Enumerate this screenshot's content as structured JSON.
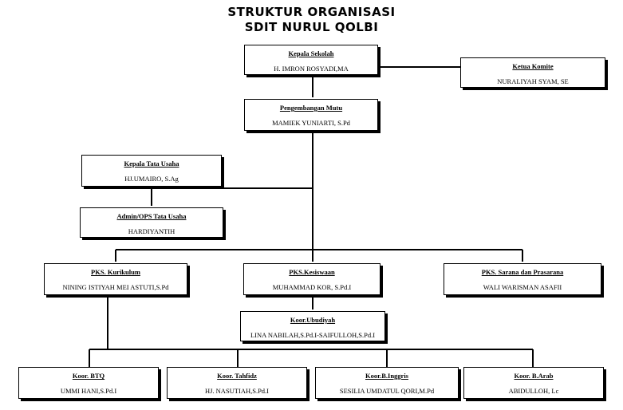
{
  "title": {
    "line1": "STRUKTUR ORGANISASI",
    "line2": "SDIT NURUL QOLBI"
  },
  "nodes": {
    "kepala": {
      "role": "Kepala Sekolah",
      "name": "H. IMRON ROSYADI,MA"
    },
    "komite": {
      "role": "Ketua Komite",
      "name": "NURALIYAH SYAM, SE"
    },
    "mutu": {
      "role": "Pengembangan Mutu",
      "name": "MAMIEK YUNIARTI, S.Pd"
    },
    "tatausaha": {
      "role": "Kepala Tata Usaha",
      "name": "HJ.UMAIRO, S.Ag"
    },
    "admin": {
      "role": "Admin/OPS Tata Usaha",
      "name": "HARDIYANTIH"
    },
    "kurikulum": {
      "role": "PKS. Kurikulum",
      "name": "NINING ISTIYAH MEI ASTUTI,S.Pd"
    },
    "kesiswaan": {
      "role": "PKS.Kesiswaan",
      "name": "MUHAMMAD KOR, S.Pd.I"
    },
    "sarana": {
      "role": "PKS. Sarana dan Prasarana",
      "name": "WALI WARISMAN ASAFII"
    },
    "ubudiyah": {
      "role": "Koor.Ubudiyah",
      "name": "LINA NABILAH,S.Pd.I-SAIFULLOH,S.Pd.I"
    },
    "btq": {
      "role": "Koor. BTQ",
      "name": "UMMI HANI,S.Pd.I"
    },
    "tahfidz": {
      "role": "Koor. Tahfidz",
      "name": "HJ. NASUTIAH,S.Pd.I"
    },
    "inggris": {
      "role": "Koor.B.Inggris",
      "name": "SESILIA UMDATUL QORI,M.Pd"
    },
    "arab": {
      "role": "Koor. B.Arab",
      "name": "ABIDULLOH, Lc"
    }
  }
}
